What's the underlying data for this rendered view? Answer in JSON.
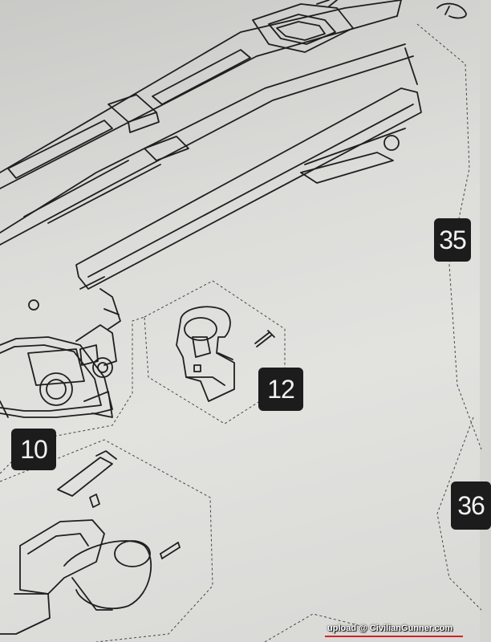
{
  "steps": {
    "step_35": "35",
    "step_12": "12",
    "step_10": "10",
    "step_36": "36"
  },
  "watermark": {
    "text": "upload @ CivilianGunner.com"
  },
  "colors": {
    "paper": "#dcdcd9",
    "ink": "#1c1c1c",
    "badge_text": "#f2f2f2",
    "watermark_underline": "#d0212a"
  }
}
